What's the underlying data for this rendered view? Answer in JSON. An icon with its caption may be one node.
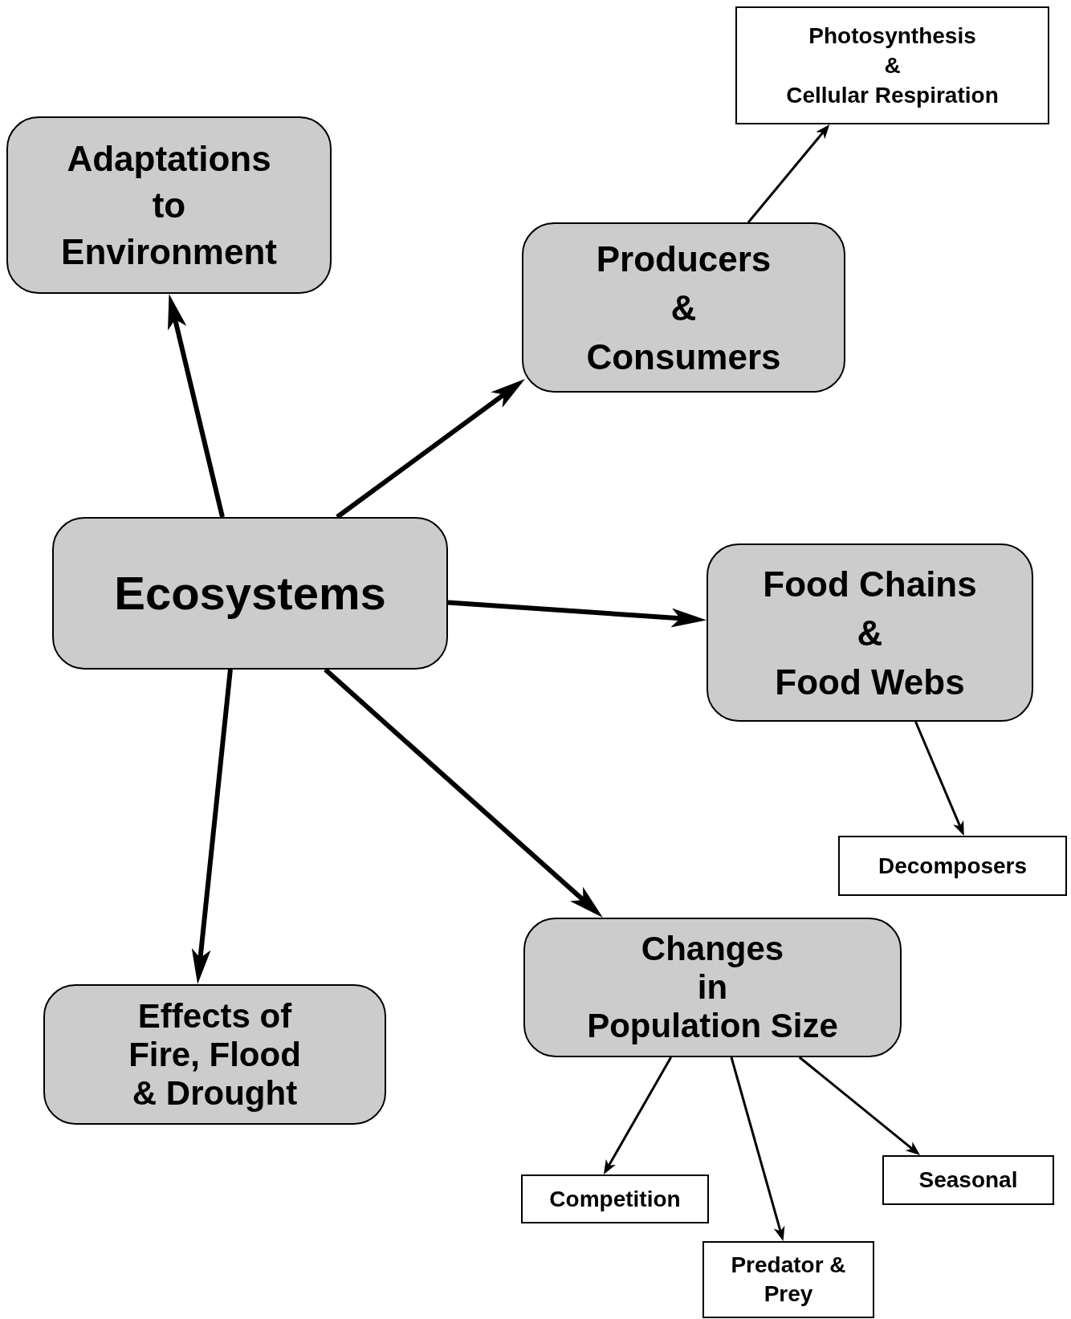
{
  "diagram": {
    "nodes": [
      {
        "text": [
          "Ecosystems"
        ]
      },
      {
        "text": [
          "Adaptations to Environment"
        ]
      },
      {
        "text": [
          "Producers & Consumers"
        ]
      },
      {
        "text": [
          "Photosynthesis & Cellular Respiration"
        ]
      },
      {
        "text": [
          "Food Chains & Food Webs"
        ]
      },
      {
        "text": [
          "Decomposers"
        ]
      },
      {
        "text": [
          "Changes in Population Size"
        ]
      },
      {
        "text": [
          "Effects of Fire, Flood & Drought"
        ]
      },
      {
        "text": [
          "Competition"
        ]
      },
      {
        "text": [
          "Seasonal"
        ]
      },
      {
        "text": [
          "Predator & Prey"
        ]
      }
    ],
    "edges": [
      {
        "from": 0,
        "to": 1,
        "arrow": "to",
        "style": "thick"
      },
      {
        "from": 0,
        "to": 2,
        "arrow": "to",
        "style": "thick"
      },
      {
        "from": 0,
        "to": 4,
        "arrow": "to",
        "style": "thick"
      },
      {
        "from": 0,
        "to": 6,
        "arrow": "to",
        "style": "thick"
      },
      {
        "from": 0,
        "to": 7,
        "arrow": "to",
        "style": "thick"
      },
      {
        "from": 2,
        "to": 3,
        "arrow": "to"
      },
      {
        "from": 4,
        "to": 5,
        "arrow": "to"
      },
      {
        "from": 6,
        "to": 8,
        "arrow": "to"
      },
      {
        "from": 6,
        "to": 10,
        "arrow": "to"
      },
      {
        "from": 6,
        "to": 9,
        "arrow": "to"
      }
    ]
  }
}
